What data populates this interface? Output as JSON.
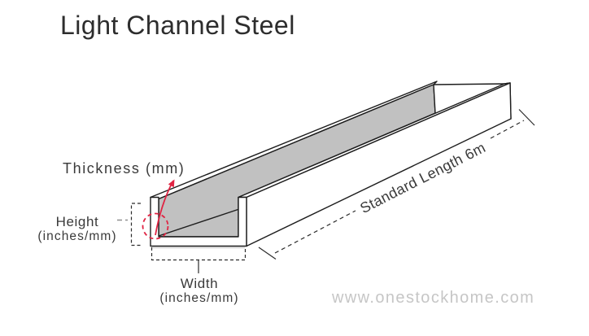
{
  "title": "Light Channel Steel",
  "watermark": "www.onestockhome.com",
  "labels": {
    "thickness": "Thickness (mm)",
    "height_line1": "Height",
    "height_line2": "(inches/mm)",
    "width_line1": "Width",
    "width_line2": "(inches/mm)",
    "length": "Standard Length 6m"
  },
  "colors": {
    "outline": "#1d1d1d",
    "interior_gray": "#c1c1c1",
    "accent_red": "#e02443",
    "dimension": "#2b2b2b",
    "leader_gray": "#8f8f8f",
    "text": "#3a3a3a",
    "title_text": "#2d2d2d",
    "watermark_gray": "#c6c6c6",
    "shadow": "#e0e0e0"
  }
}
